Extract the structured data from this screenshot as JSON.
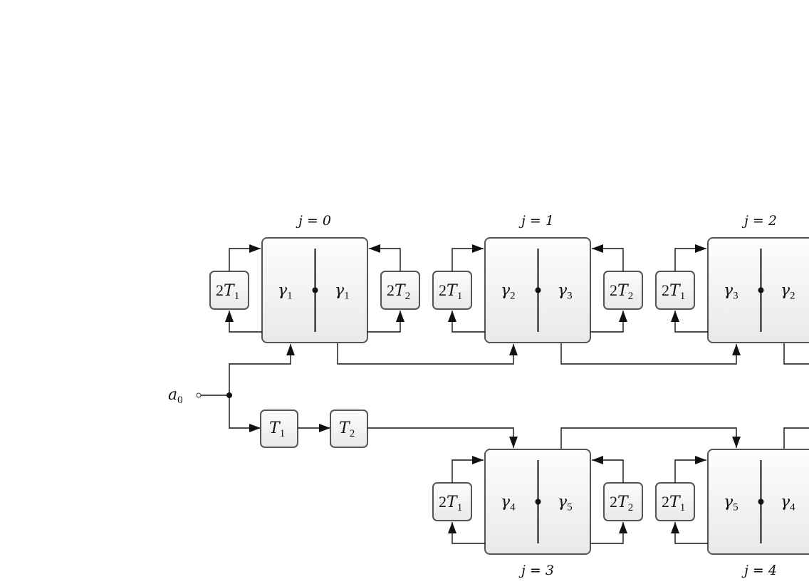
{
  "title": "Filter bank block diagram",
  "input": {
    "symbol": "a",
    "subscript": "0"
  },
  "delays": [
    {
      "id": "T1",
      "symbol": "T",
      "subscript": "1"
    },
    {
      "id": "T2",
      "symbol": "T",
      "subscript": "2"
    }
  ],
  "feedback_left": {
    "coef": "2",
    "symbol": "T",
    "subscript": "1"
  },
  "feedback_right": {
    "coef": "2",
    "symbol": "T",
    "subscript": "2"
  },
  "stages": [
    {
      "index": 0,
      "label": "j = 0",
      "row": "top",
      "left": {
        "sym": "γ",
        "sub": "1"
      },
      "right": {
        "sym": "γ",
        "sub": "1"
      }
    },
    {
      "index": 1,
      "label": "j = 1",
      "row": "top",
      "left": {
        "sym": "γ",
        "sub": "2"
      },
      "right": {
        "sym": "γ",
        "sub": "3"
      }
    },
    {
      "index": 2,
      "label": "j = 2",
      "row": "top",
      "left": {
        "sym": "γ",
        "sub": "3"
      },
      "right": {
        "sym": "γ",
        "sub": "2"
      }
    },
    {
      "index": 3,
      "label": "j = 3",
      "row": "bottom",
      "left": {
        "sym": "γ",
        "sub": "4"
      },
      "right": {
        "sym": "γ",
        "sub": "5"
      }
    },
    {
      "index": 4,
      "label": "j = 4",
      "row": "bottom",
      "left": {
        "sym": "γ",
        "sub": "5"
      },
      "right": {
        "sym": "γ",
        "sub": "4"
      }
    }
  ],
  "colors": {
    "line": "#111111",
    "border": "#555555",
    "fill_top": "#fdfdfd",
    "fill_bottom": "#ebebeb"
  }
}
